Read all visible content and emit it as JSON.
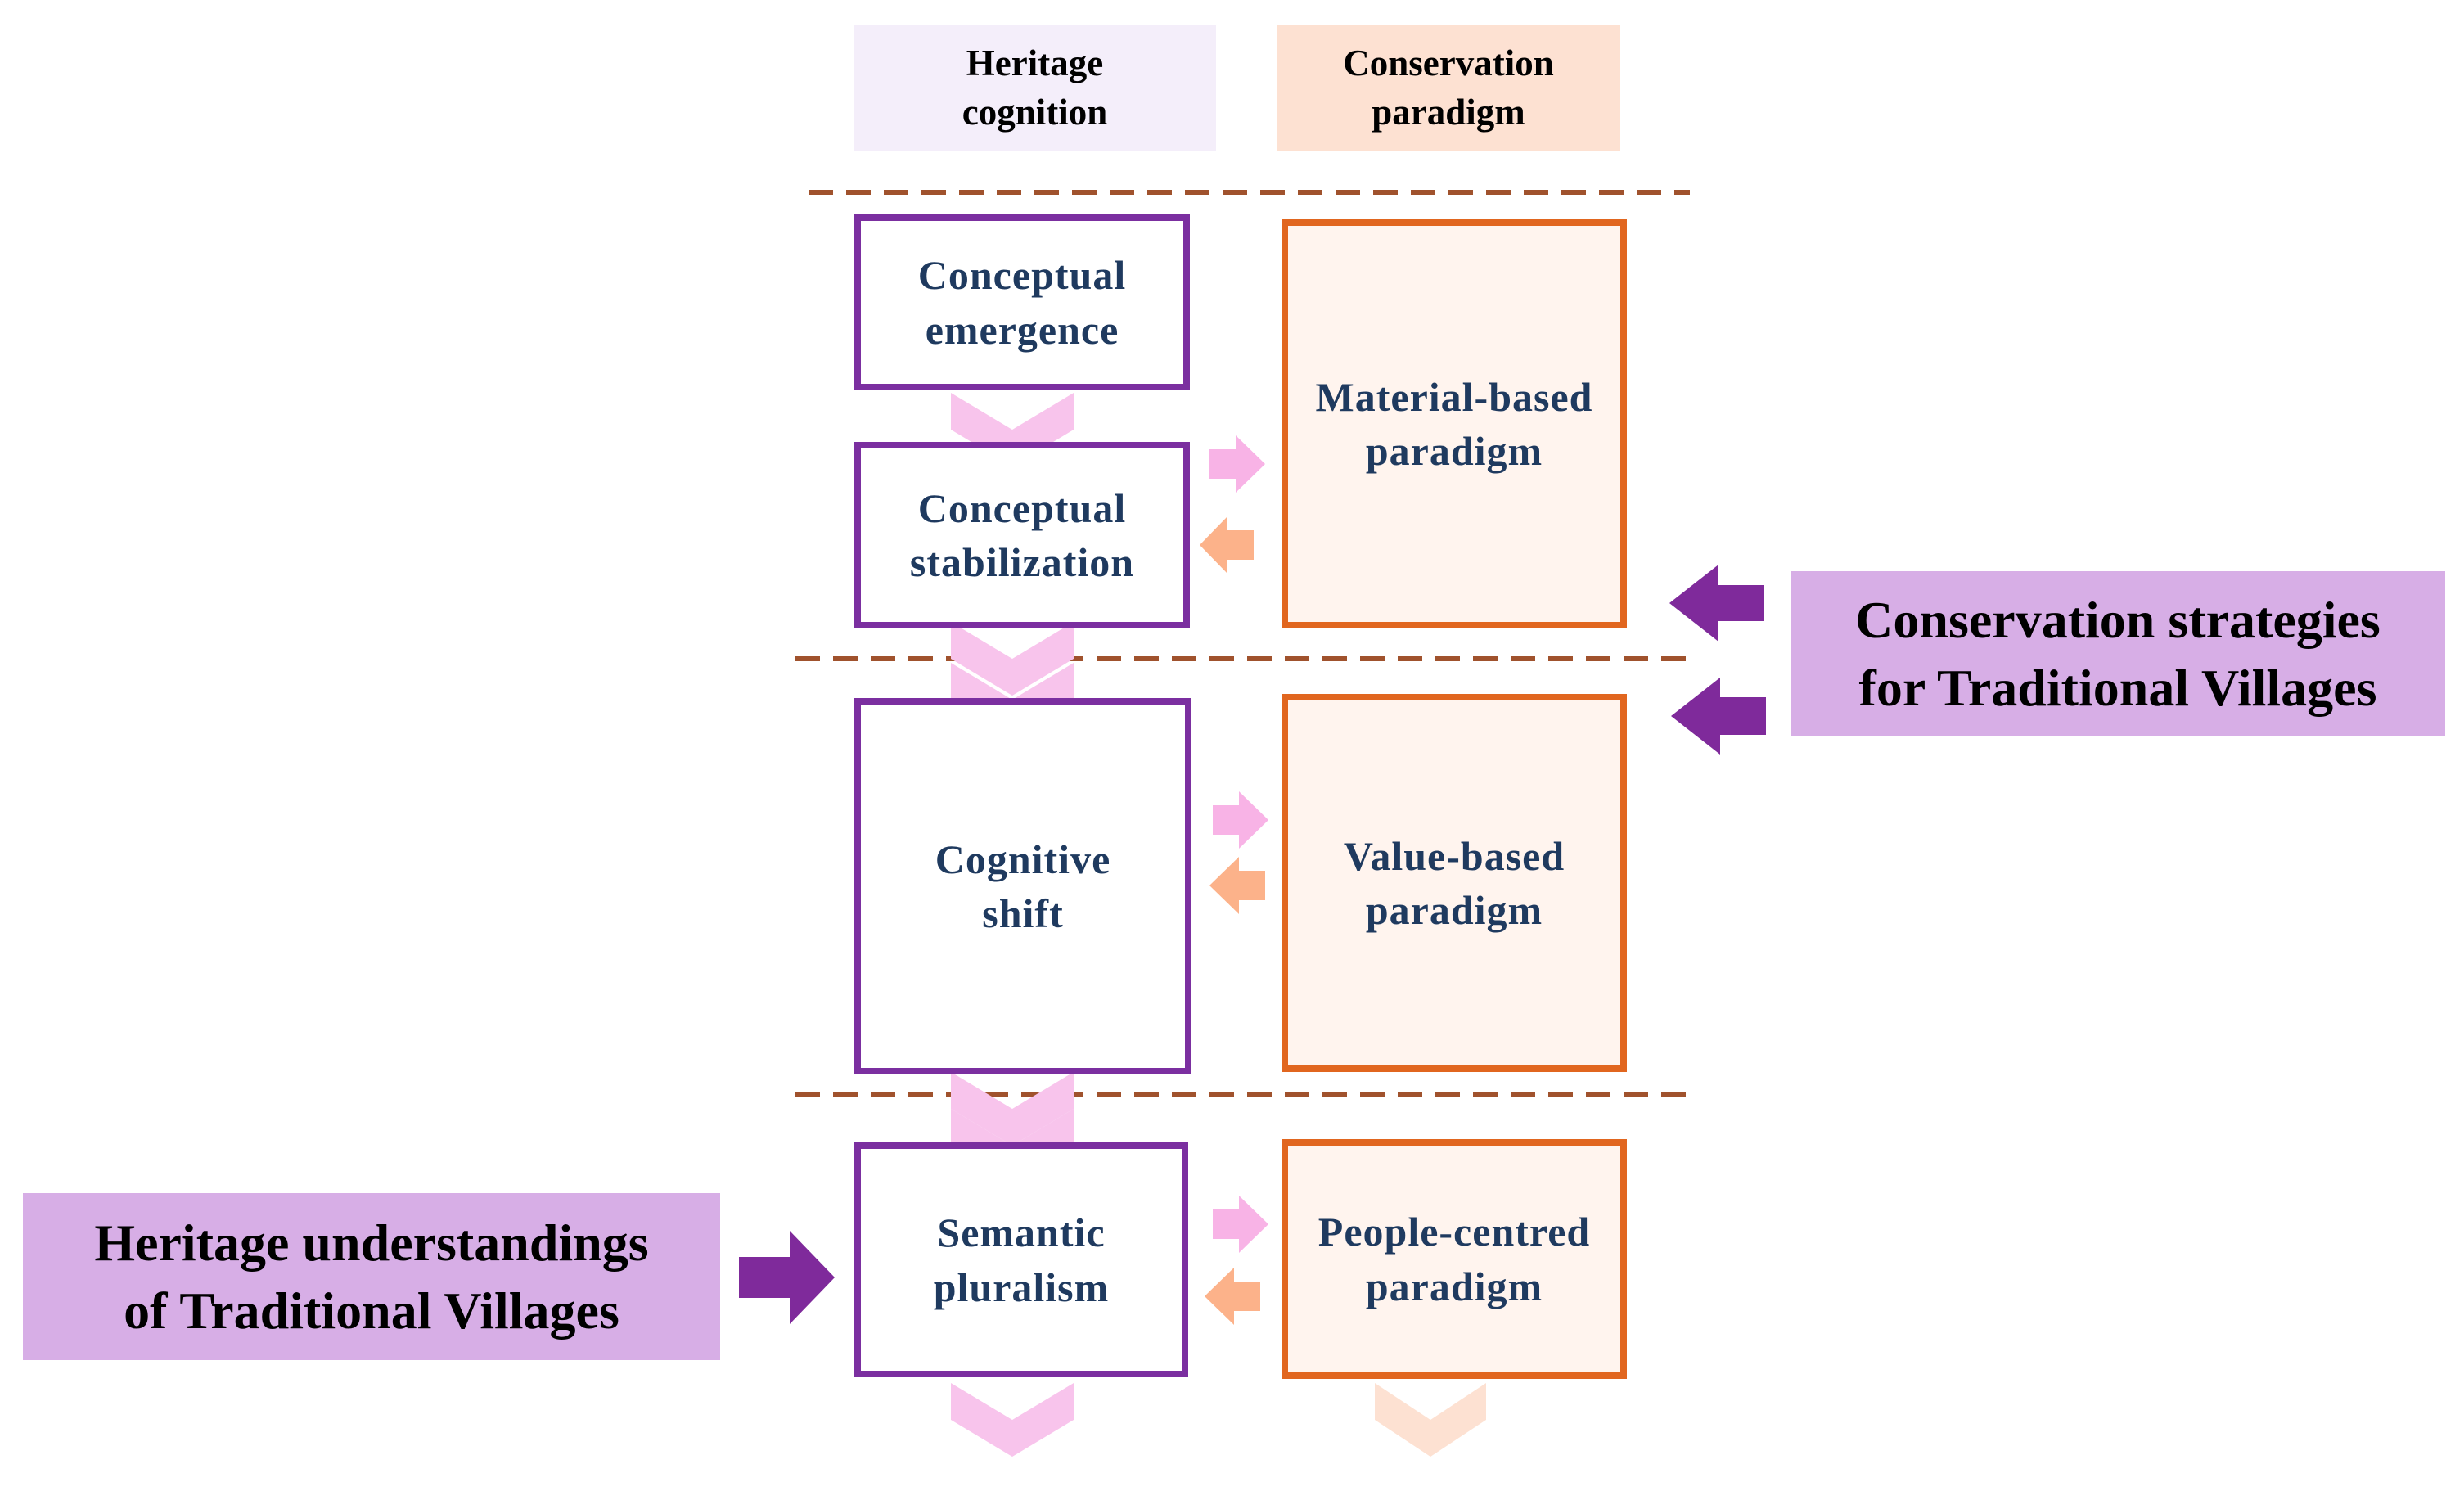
{
  "colors": {
    "purple_border": "#7b2fa0",
    "orange_border": "#e1661f",
    "orange_fill": "#fff4ee",
    "heading_text": "#1f3a5f",
    "lavender_label": "#d7aee6",
    "pink_arrow": "#f8b3e6",
    "peach_arrow": "#fcb28a",
    "purple_arrow": "#7f2a9b",
    "divider": "#a0522d"
  },
  "headers": {
    "heritage": {
      "line1": "Heritage",
      "line2": "cognition"
    },
    "conservation": {
      "line1": "Conservation",
      "line2": "paradigm"
    }
  },
  "heritage_stages": [
    {
      "line1": "Conceptual",
      "line2": "emergence"
    },
    {
      "line1": "Conceptual",
      "line2": "stabilization"
    },
    {
      "line1": "Cognitive",
      "line2": "shift"
    },
    {
      "line1": "Semantic",
      "line2": "pluralism"
    }
  ],
  "paradigms": [
    {
      "line1": "Material-based",
      "line2": "paradigm"
    },
    {
      "line1": "Value-based",
      "line2": "paradigm"
    },
    {
      "line1": "People-centred",
      "line2": "paradigm"
    }
  ],
  "side_labels": {
    "conservation_strategies": {
      "line1": "Conservation strategies",
      "line2": "for Traditional Villages"
    },
    "heritage_understandings": {
      "line1": "Heritage understandings",
      "line2": "of Traditional Villages"
    }
  },
  "icons": {
    "stage_flow": "chevron-down-icon",
    "to_paradigm": "arrow-right-icon",
    "to_cognition": "arrow-left-icon",
    "strategy_pointer": "arrow-left-icon",
    "understanding_pointer": "arrow-right-icon"
  }
}
